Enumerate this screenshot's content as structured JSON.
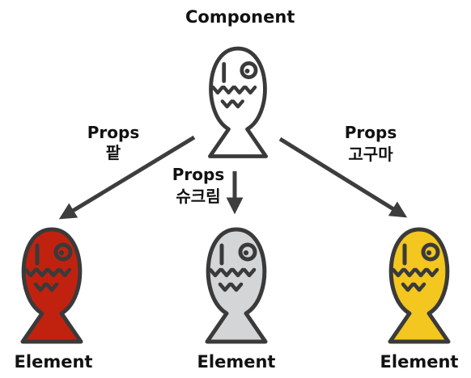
{
  "root": {
    "label": "Component",
    "color": "#ffffff"
  },
  "edges": [
    {
      "label": "Props",
      "value": "팥"
    },
    {
      "label": "Props",
      "value": "슈크림"
    },
    {
      "label": "Props",
      "value": "고구마"
    }
  ],
  "elements": [
    {
      "label": "Element",
      "color": "#c0220f"
    },
    {
      "label": "Element",
      "color": "#d4d5d7"
    },
    {
      "label": "Element",
      "color": "#f3c620"
    }
  ],
  "style": {
    "outline_color": "#3a3a3a",
    "arrow_color": "#3d3d3d",
    "background": "#ffffff"
  }
}
